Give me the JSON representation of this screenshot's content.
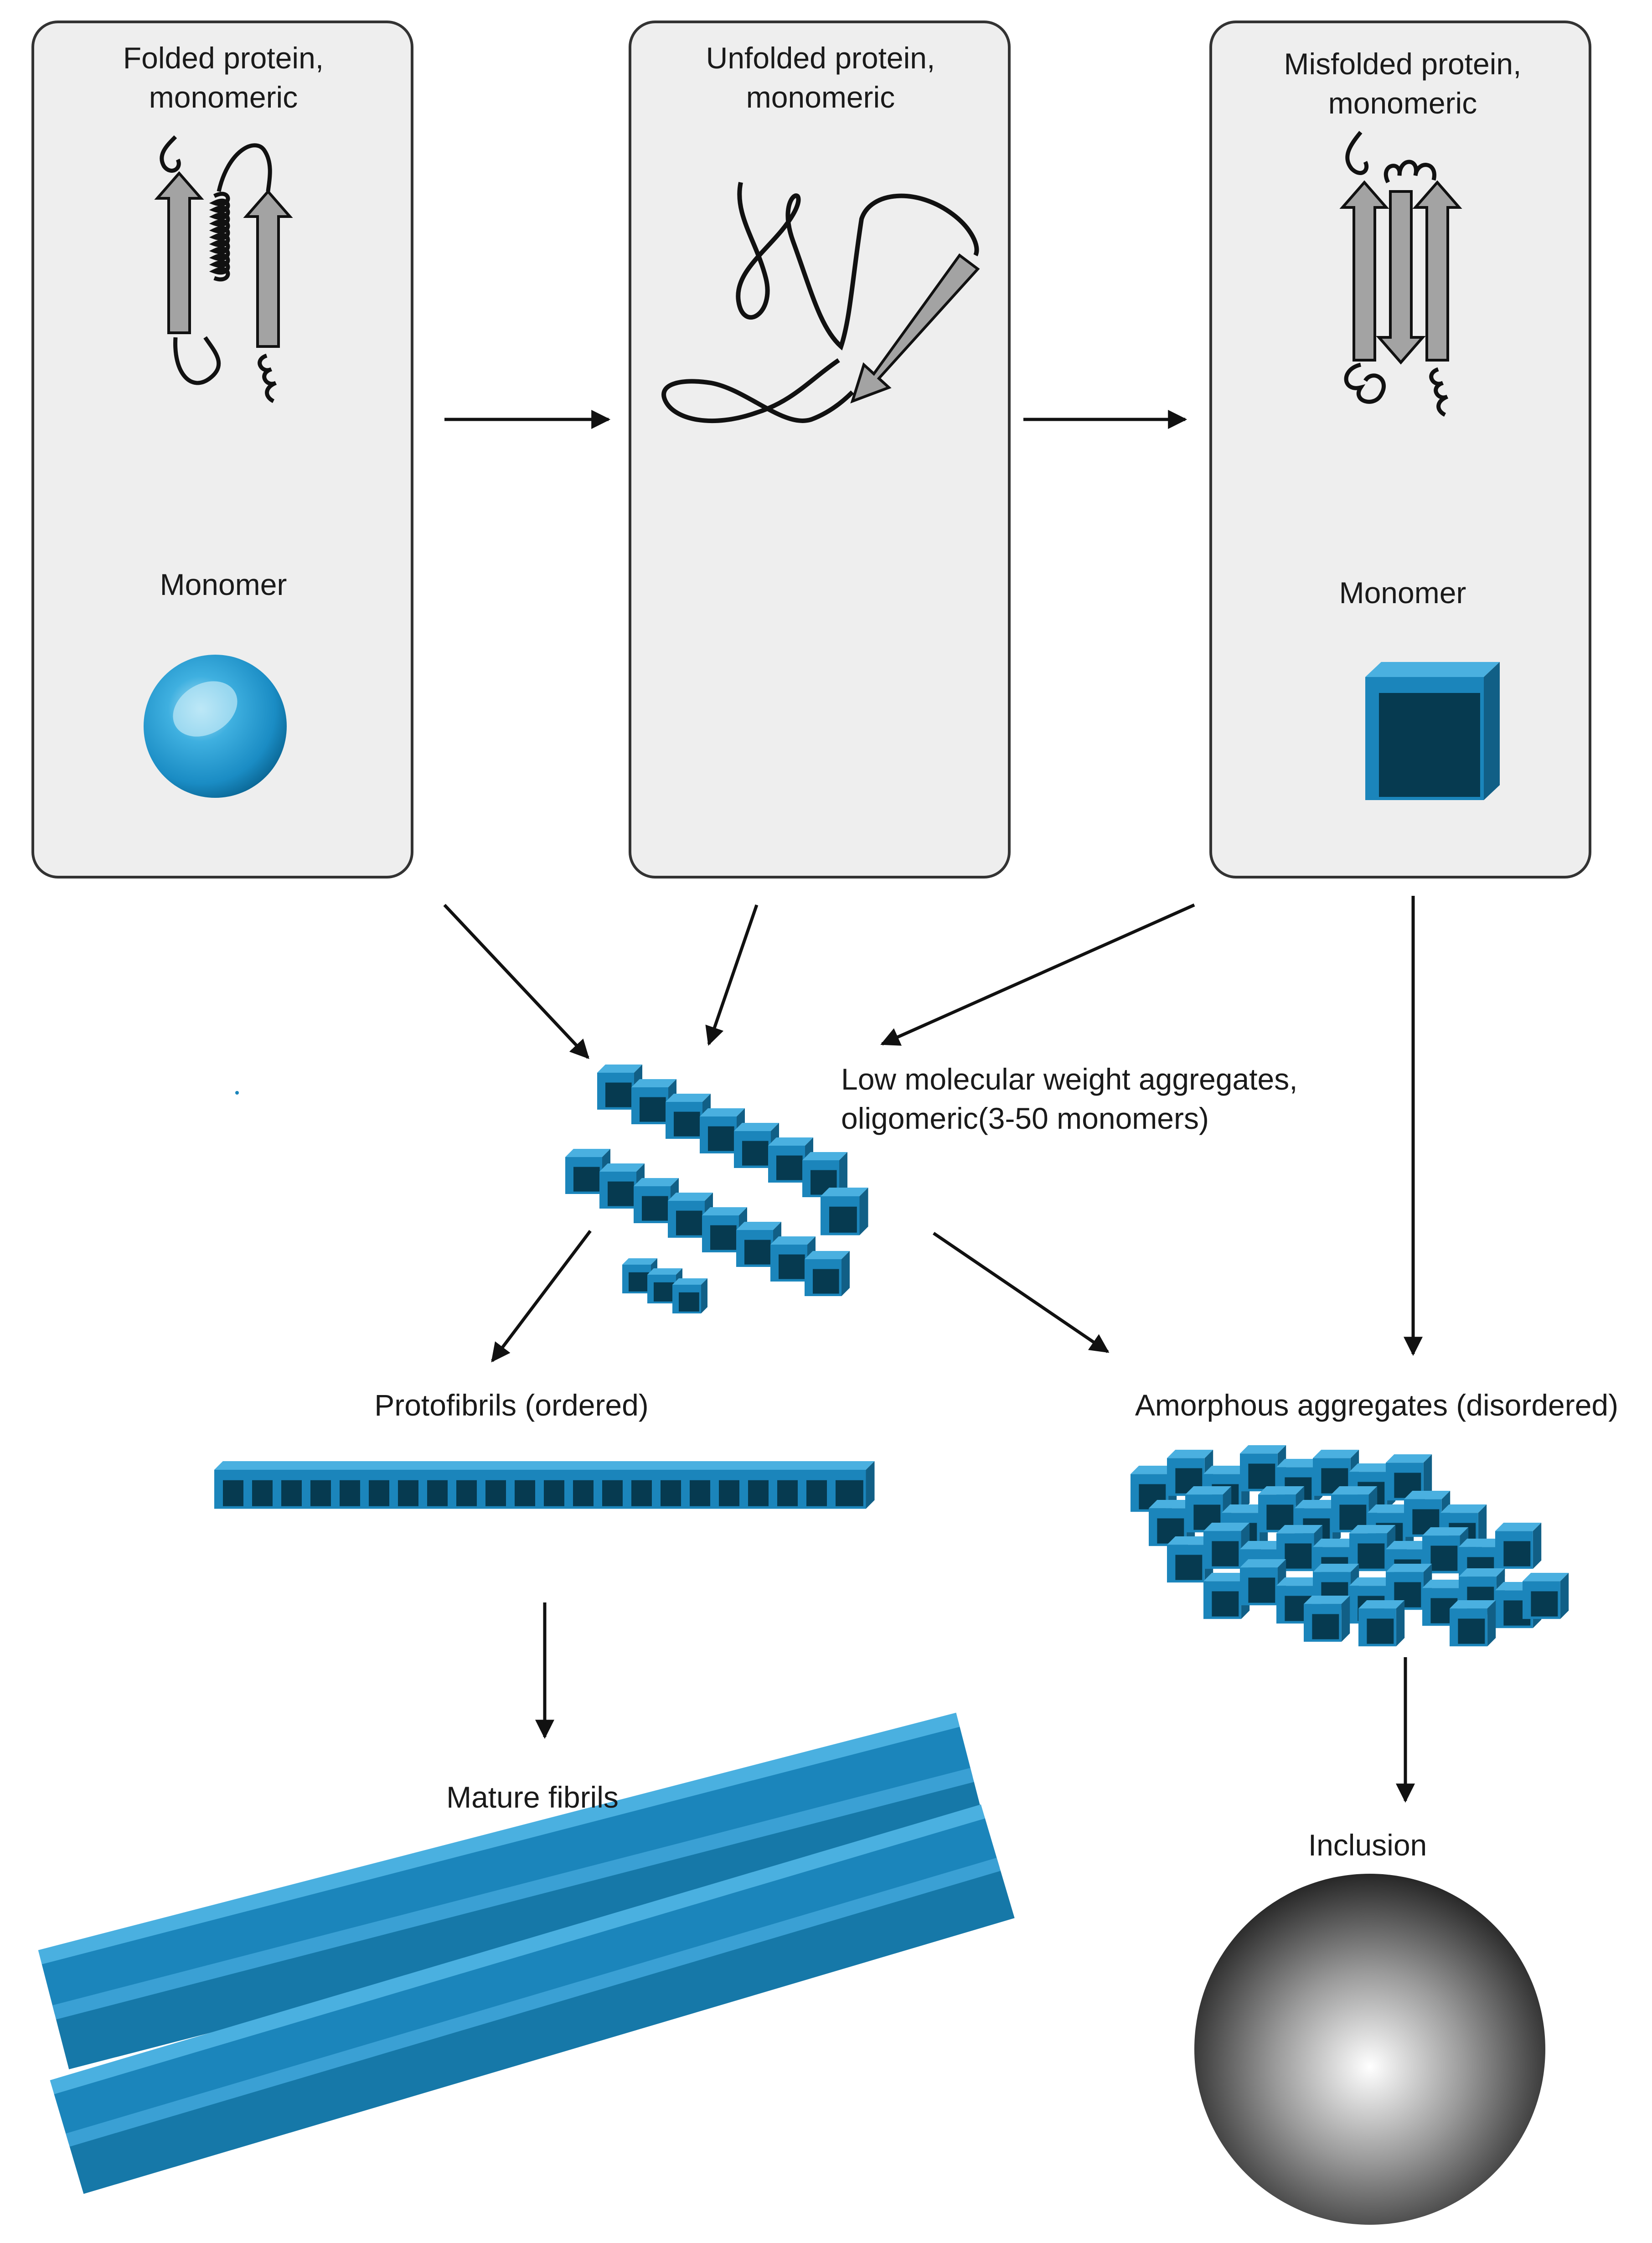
{
  "panels": [
    {
      "title_line1": "Folded protein,",
      "title_line2": "monomeric",
      "monomer_label": "Monomer"
    },
    {
      "title_line1": "Unfolded protein,",
      "title_line2": "monomeric"
    },
    {
      "title_line1": "Misfolded protein,",
      "title_line2": "monomeric",
      "monomer_label": "Monomer"
    }
  ],
  "stages": {
    "oligomers_line1": "Low molecular weight aggregates,",
    "oligomers_line2": "oligomeric(3-50 monomers)",
    "protofibrils": "Protofibrils (ordered)",
    "amorphous": "Amorphous aggregates (disordered)",
    "mature_fibrils": "Mature fibrils",
    "inclusion": "Inclusion"
  },
  "colors": {
    "panel_fill": "#eeeeee",
    "panel_border": "#333333",
    "cube_light": "#2a95c8",
    "cube_mid": "#1678a8",
    "cube_dark": "#063a50",
    "arrow_strand": "#a3a3a3",
    "arrow_line": "#111111"
  },
  "icons": {
    "folded_monomer": "blue-sphere-icon",
    "misfolded_monomer": "blue-cube-icon",
    "inclusion": "gray-sphere-icon"
  }
}
